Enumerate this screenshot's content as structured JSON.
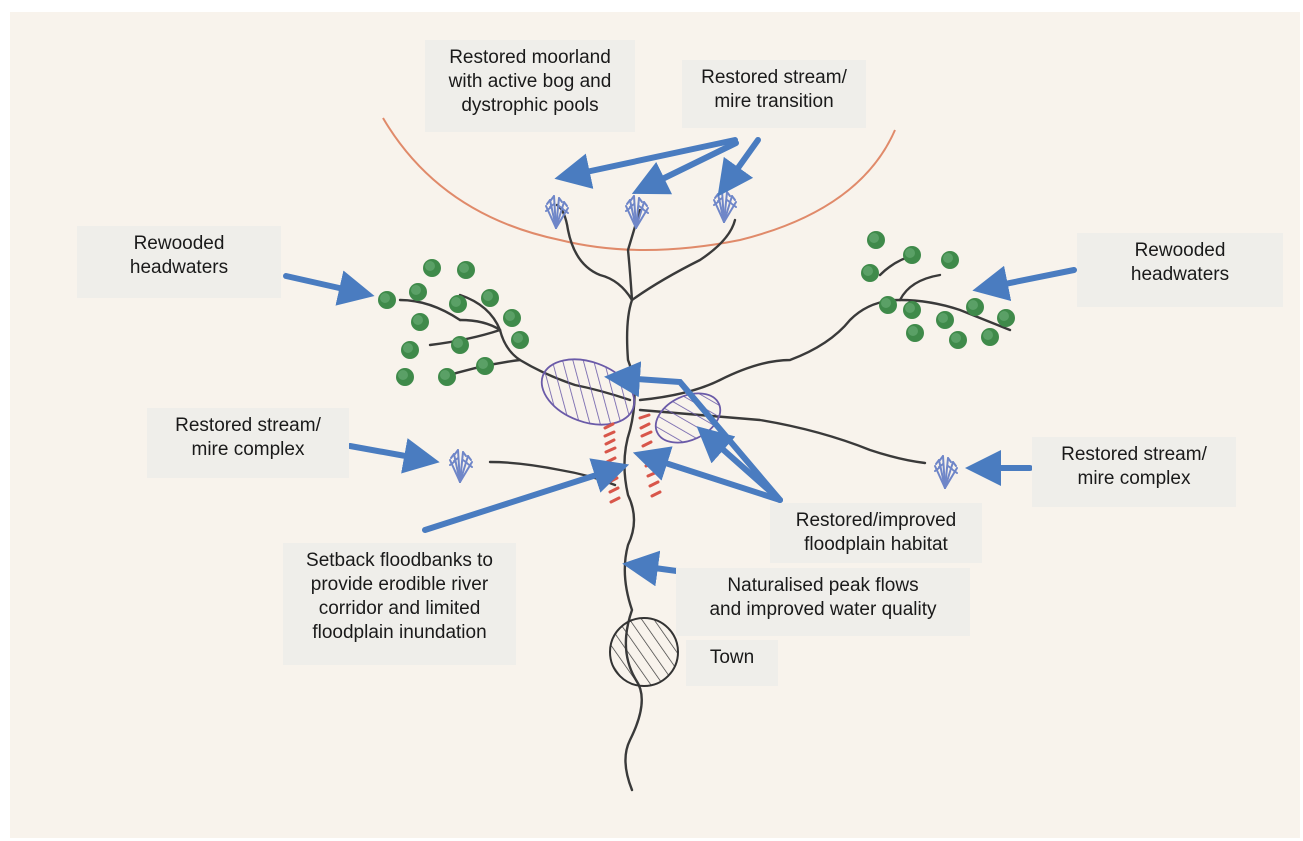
{
  "labels": {
    "moorland": "Restored moorland\nwith active bog and\ndystrophic pools",
    "stream_mire_transition": "Restored stream/\nmire transition",
    "rewooded_left": "Rewooded\nheadwaters",
    "rewooded_right": "Rewooded\nheadwaters",
    "stream_mire_complex_left": "Restored stream/\nmire complex",
    "stream_mire_complex_right": "Restored stream/\nmire complex",
    "floodplain_habitat": "Restored/improved\nfloodplain habitat",
    "setback_floodbanks": "Setback floodbanks  to\nprovide erodible river\ncorridor and limited\nfloodplain inundation",
    "peak_flows": "Naturalised peak flows\nand improved water quality",
    "town": "Town"
  },
  "colors": {
    "arrow": "#4a7cc0",
    "river": "#3a3a3a",
    "tree": "#3f8a4a",
    "reed": "#6f86c8",
    "moorland_line": "#e08a6a",
    "floodplain": "#6a5aa8",
    "floodbank": "#d8564a",
    "label_bg": "#efeeea"
  }
}
